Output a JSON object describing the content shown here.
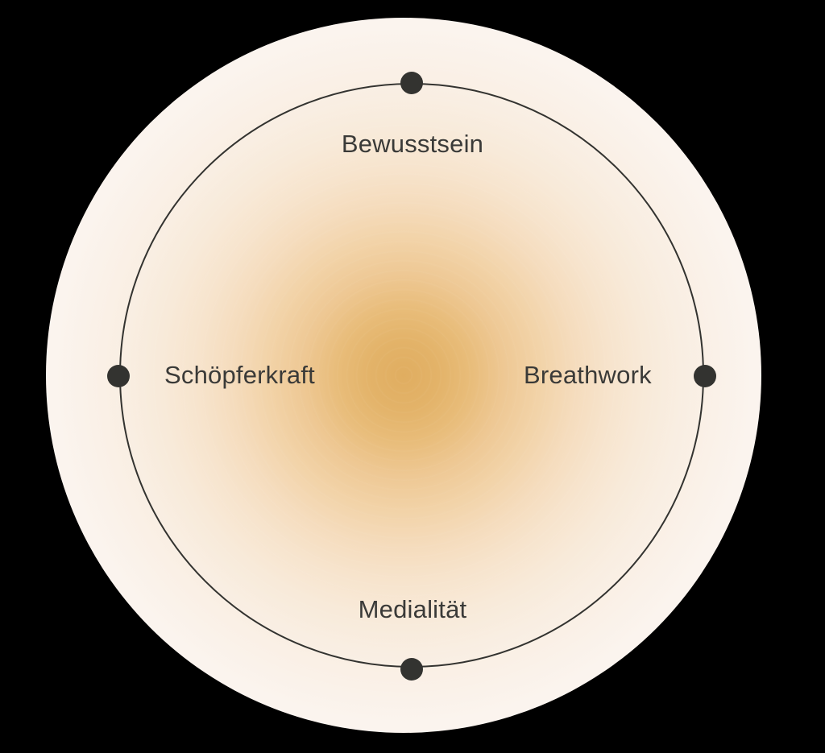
{
  "diagram": {
    "title": "",
    "center_glow": {
      "inner_color": "#e0ad60",
      "mid_color": "#f7eed9",
      "outer_color": "#fbf7dd",
      "halo_color": "#faf5b9"
    },
    "background_color": "#000000",
    "ring": {
      "stroke_color": "#333330",
      "stroke_width": "2px"
    },
    "nodes": [
      {
        "id": "node-top",
        "label": "Bewusstsein",
        "position": "top",
        "angle_deg": 90,
        "dot_color": "#333330"
      },
      {
        "id": "node-right",
        "label": "Breathwork",
        "position": "right",
        "angle_deg": 0,
        "dot_color": "#333330"
      },
      {
        "id": "node-bottom",
        "label": "Medialität",
        "position": "bottom",
        "angle_deg": 270,
        "dot_color": "#333330"
      },
      {
        "id": "node-left",
        "label": "Schöpferkraft",
        "position": "left",
        "angle_deg": 180,
        "dot_color": "#333330"
      }
    ],
    "label_color": "#3a3a38"
  }
}
